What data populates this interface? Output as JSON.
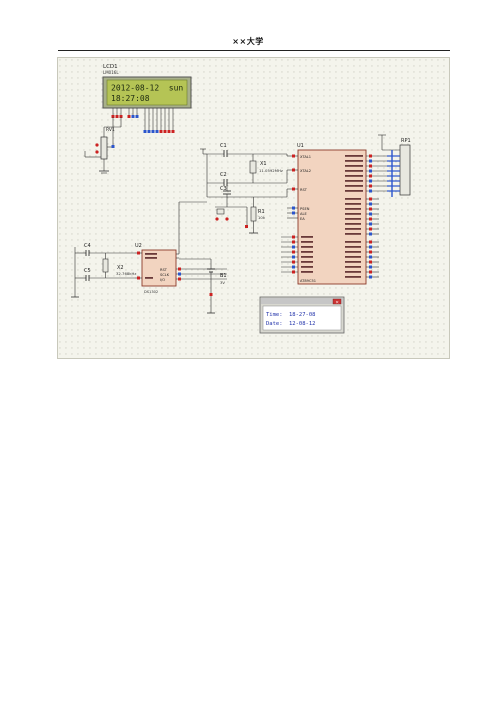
{
  "header": {
    "title": "××大学"
  },
  "figure": {
    "lcd": {
      "ref": "LCD1",
      "model": "LM016L",
      "line1": "2012-08-12  sun",
      "line2": "18:27:08"
    },
    "labels": {
      "rv1": "RV1",
      "c1": "C1",
      "c2": "C2",
      "x1": "X1",
      "x1_value": "11.0592MHz",
      "c3": "C3",
      "r1": "R1",
      "r1_value": "10k",
      "u1": "U1",
      "u1_part": "AT89C51",
      "u1_xtal1": "XTAL1",
      "u1_xtal2": "XTAL2",
      "u1_rst": "RST",
      "u1_psen": "PSEN",
      "u1_ale": "ALE",
      "u1_ea": "EA",
      "rp1": "RP1",
      "c4": "C4",
      "c5": "C5",
      "x2": "X2",
      "x2_value": "32.768kHz",
      "u2": "U2",
      "u2_part": "DS1302",
      "u2_rst": "RST",
      "u2_sclk": "SCLK",
      "u2_io": "I/O",
      "b1": "B1",
      "b1_value": "3V"
    },
    "popup": {
      "time_label": "Time:",
      "time_value": "18-27-08",
      "date_label": "Date:",
      "date_value": "12-08-12"
    }
  }
}
